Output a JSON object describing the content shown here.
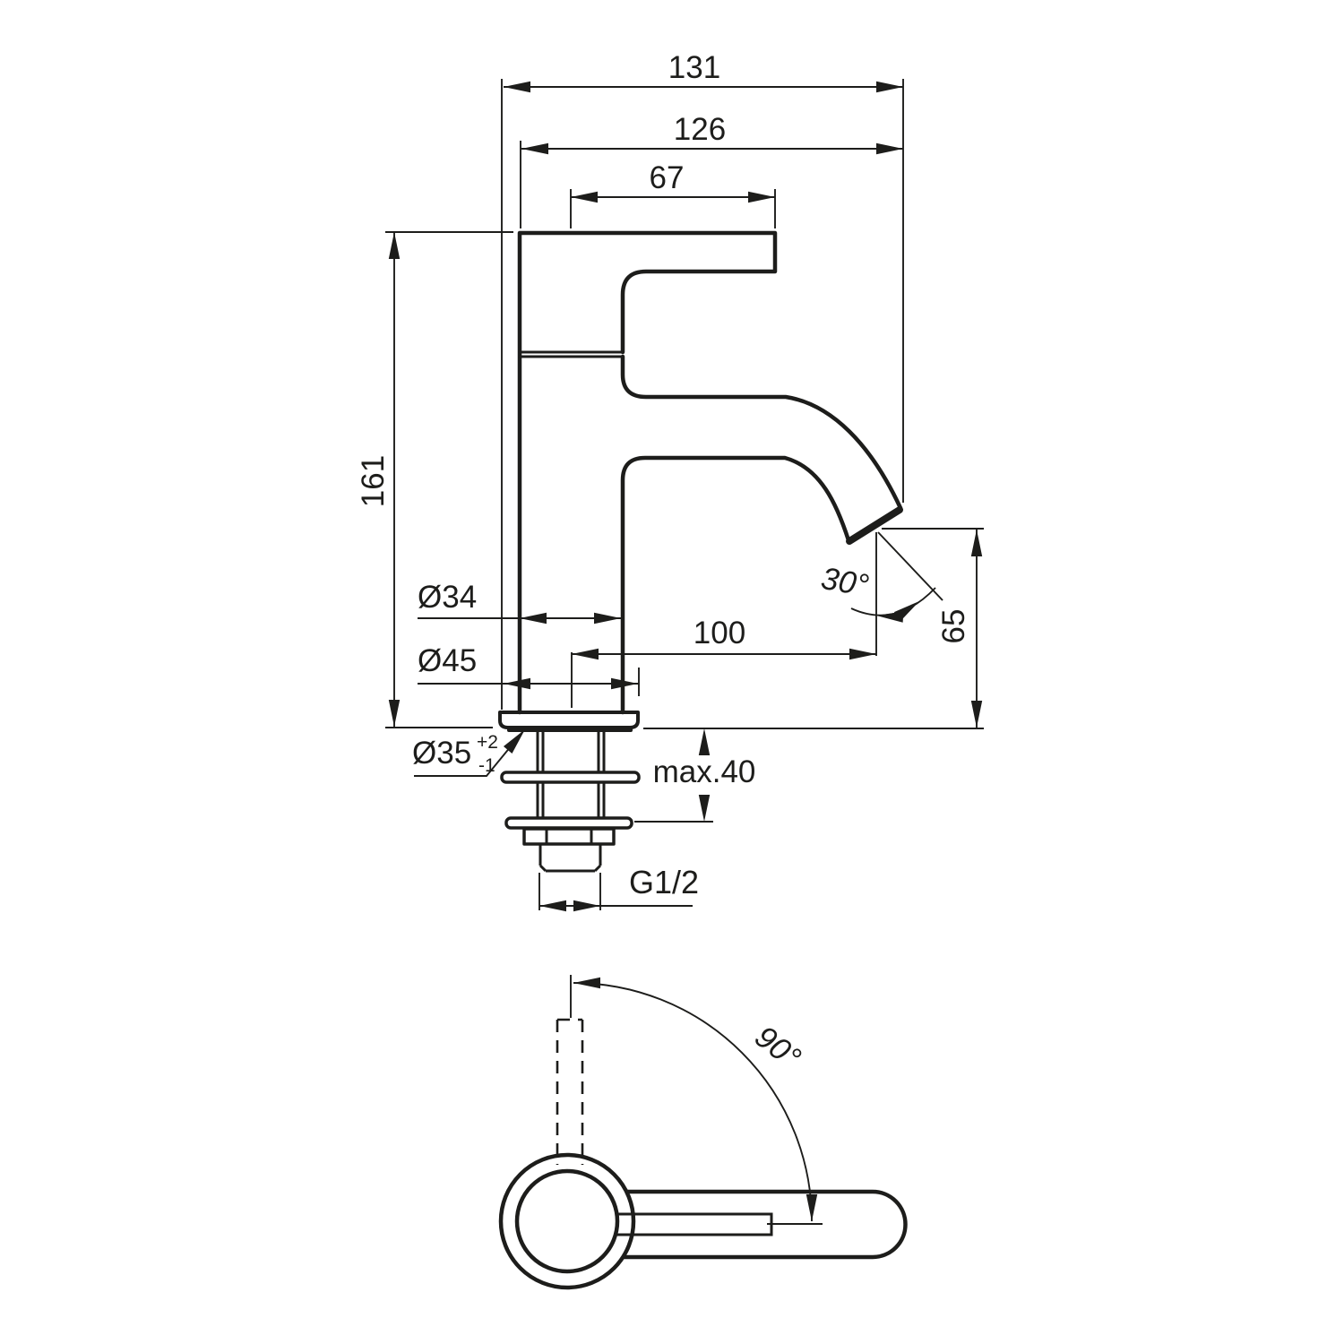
{
  "drawing": {
    "background": "#ffffff",
    "line_color": "#1d1d1b"
  },
  "side_view": {
    "dim_overall_width": "131",
    "dim_width_to_spout": "126",
    "dim_handle_length": "67",
    "dim_overall_height": "161",
    "dim_body_diameter": "Ø34",
    "dim_base_diameter": "Ø45",
    "dim_spout_reach": "100",
    "dim_spout_angle": "30°",
    "dim_outlet_height": "65",
    "dim_mounting_hole": "Ø35",
    "dim_mounting_hole_tol_upper": "+2",
    "dim_mounting_hole_tol_lower": "-1",
    "dim_max_deck_thickness": "max.40",
    "dim_thread_size": "G1/2"
  },
  "top_view": {
    "dim_handle_rotation": "90°"
  }
}
